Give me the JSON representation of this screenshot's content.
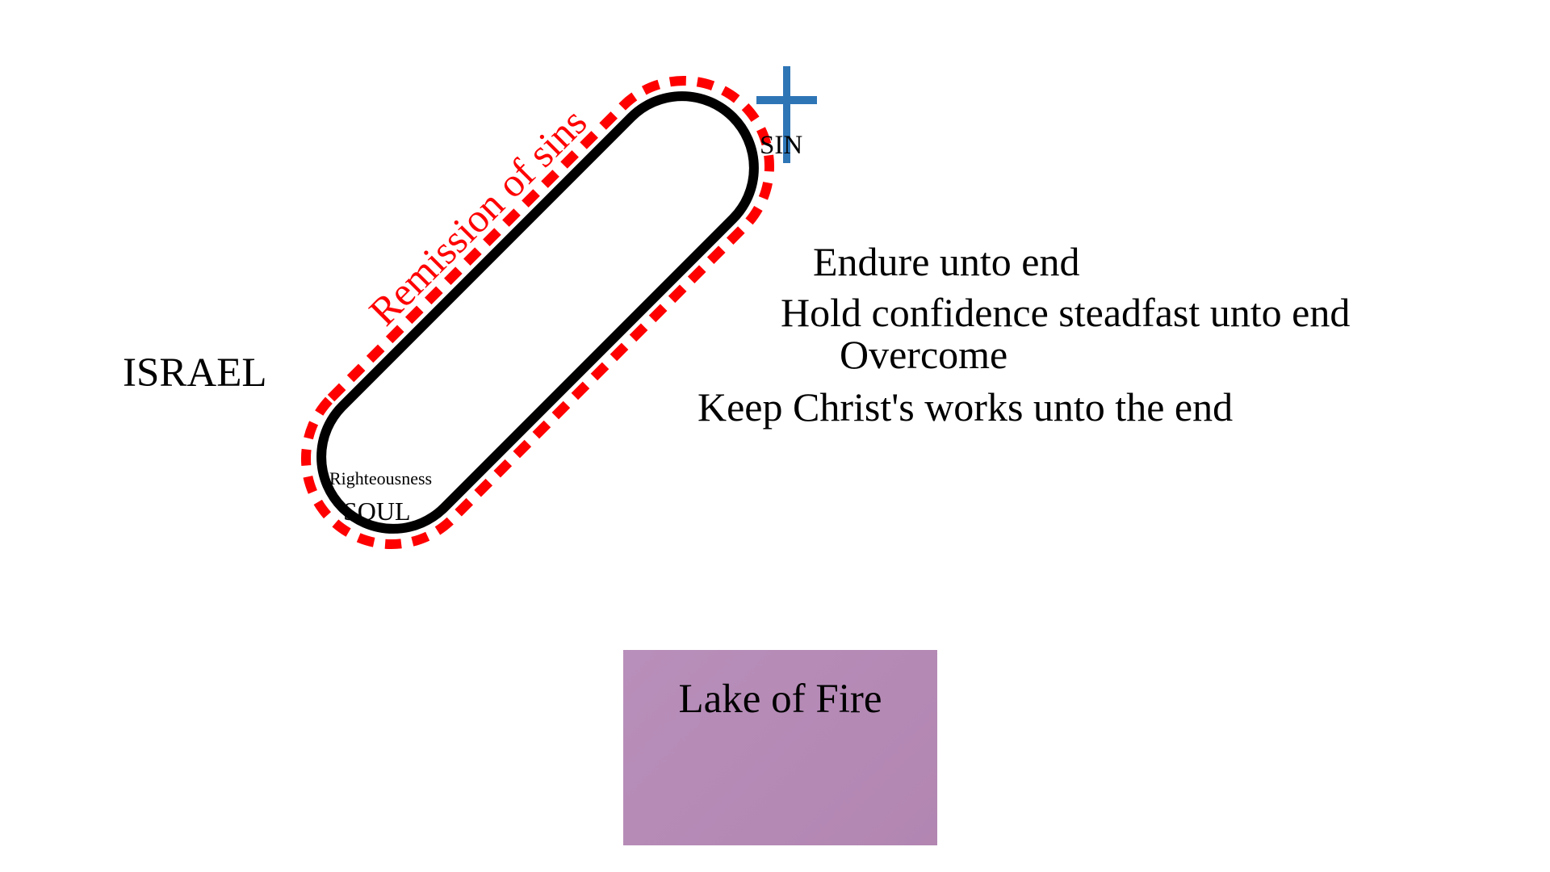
{
  "diagram": {
    "capsule": {
      "border_color": "#000000",
      "dash_color": "#ff0000",
      "top_label": "SIN",
      "bottom_label_small": "Righteousness",
      "bottom_label": "SOUL"
    },
    "arc_label": "Remission of sins",
    "arc_label_color": "#ff0000",
    "cross_icon": "cross-icon",
    "cross_color": "#2e75b6",
    "left_label": "ISRAEL",
    "conditions": [
      "Endure unto end",
      "Hold confidence steadfast unto end",
      "Overcome",
      "Keep Christ's works unto the end"
    ],
    "lake": {
      "label": "Lake of Fire",
      "color": "#b58bb6"
    }
  }
}
